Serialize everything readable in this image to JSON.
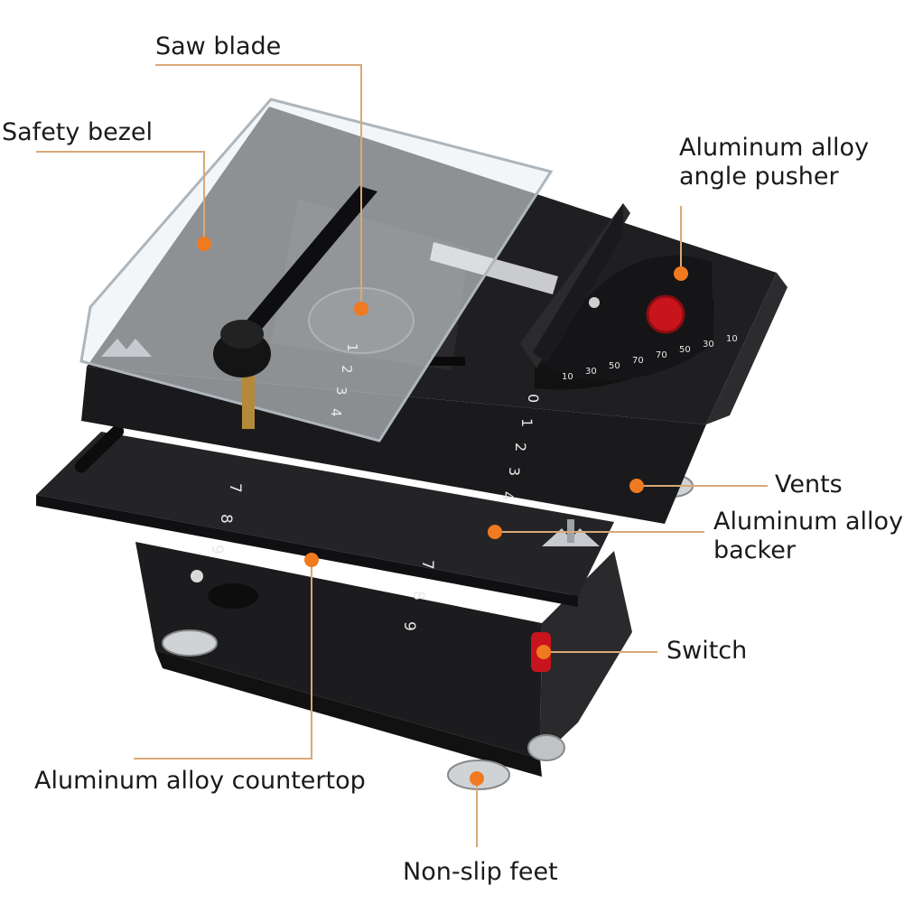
{
  "labels": {
    "saw_blade": "Saw blade",
    "safety_bezel": "Safety bezel",
    "angle_pusher_line1": "Aluminum alloy",
    "angle_pusher_line2": "angle pusher",
    "vents": "Vents",
    "backer_line1": "Aluminum alloy",
    "backer_line2": "backer",
    "switch": "Switch",
    "countertop": "Aluminum alloy countertop",
    "feet": "Non-slip feet"
  },
  "colors": {
    "callout_dot": "#f07a1f",
    "callout_line": "#d9a878",
    "body": "#1c1c1e",
    "body_light": "#2b2b2e",
    "acrylic": "#e9eef2",
    "knob_red": "#c8141c",
    "ruler_text": "#e8e8e8"
  },
  "rulers": {
    "table_ruler": [
      "0",
      "1",
      "2",
      "3",
      "4"
    ],
    "guard_ruler": [
      "1",
      "2",
      "3",
      "4"
    ],
    "front_left": [
      "7",
      "8",
      "9"
    ],
    "front_right": [
      "7",
      "8",
      "9"
    ]
  },
  "protractor_ticks": [
    "10",
    "30",
    "50",
    "70",
    "70",
    "50",
    "30",
    "10"
  ]
}
